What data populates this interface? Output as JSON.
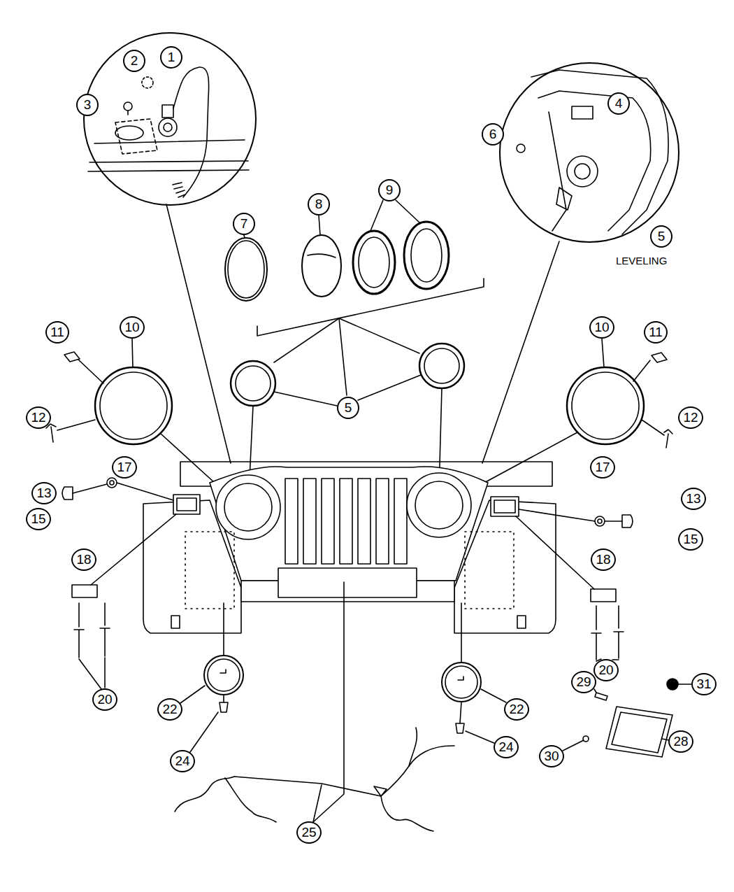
{
  "diagram": {
    "labels": [
      "1",
      "2",
      "3",
      "4",
      "6",
      "5",
      "LEVELING",
      "9",
      "8",
      "7",
      "11",
      "10",
      "10",
      "11",
      "5",
      "12",
      "12",
      "17",
      "17",
      "13",
      "15",
      "13",
      "15",
      "18",
      "18",
      "20",
      "29",
      "31",
      "20",
      "22",
      "22",
      "28",
      "24",
      "30",
      "24",
      "25"
    ]
  }
}
